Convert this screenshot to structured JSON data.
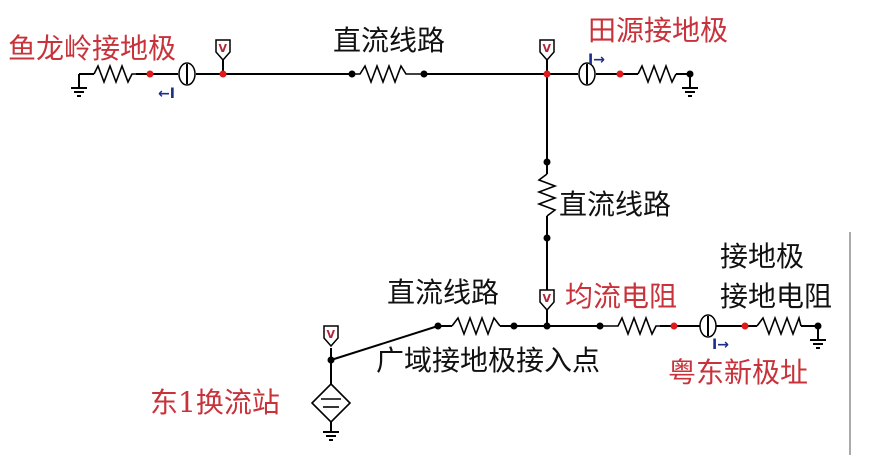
{
  "labels": {
    "yulongling": "鱼龙岭接地极",
    "tianyuan": "田源接地极",
    "line_top": "直流线路",
    "line_vertical": "直流线路",
    "line_bottom": "直流线路",
    "equalizing_resistor": "均流电阻",
    "ground_electrode": "接地极",
    "ground_resistance": "接地电阻",
    "access_point": "广域接地极接入点",
    "converter_station": "东1换流站",
    "yuedong_site": "粤东新极址"
  },
  "meters": {
    "voltage_symbol": "V",
    "current_symbol": "I"
  },
  "colors": {
    "red_label": "#c8323a",
    "black_label": "#111111",
    "node_red": "#e01a1a",
    "arrow_blue": "#1a2f8a"
  }
}
